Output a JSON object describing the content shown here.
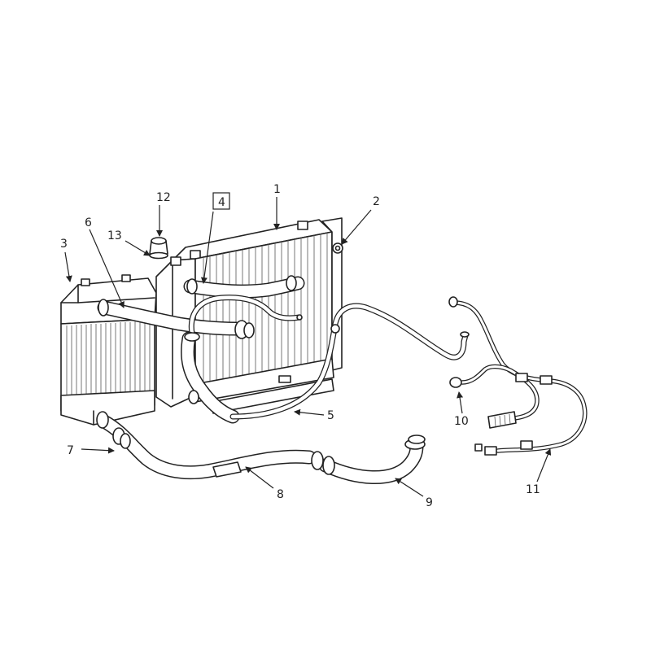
{
  "callouts": [
    {
      "id": "1",
      "label": "1"
    },
    {
      "id": "2",
      "label": "2"
    },
    {
      "id": "3",
      "label": "3"
    },
    {
      "id": "4",
      "label": "4",
      "boxed": true
    },
    {
      "id": "5",
      "label": "5"
    },
    {
      "id": "6",
      "label": "6"
    },
    {
      "id": "7",
      "label": "7"
    },
    {
      "id": "8",
      "label": "8"
    },
    {
      "id": "9",
      "label": "9"
    },
    {
      "id": "10",
      "label": "10"
    },
    {
      "id": "11",
      "label": "11"
    },
    {
      "id": "12",
      "label": "12"
    },
    {
      "id": "13",
      "label": "13"
    }
  ],
  "colors": {
    "line": "#222222",
    "background": "#ffffff"
  }
}
